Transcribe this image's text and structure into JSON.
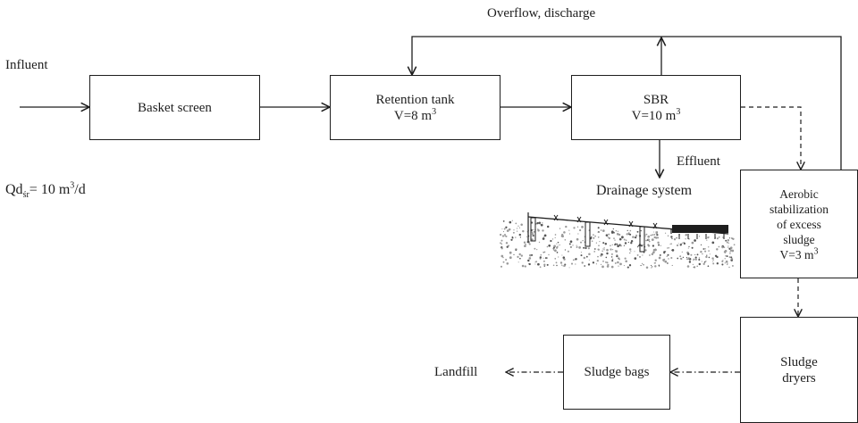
{
  "inputs": {
    "influent": "Influent",
    "flow_prefix": "Qd",
    "flow_sub": "śr",
    "flow_value": "= 10 m",
    "flow_sup": "3",
    "flow_suffix": "/d"
  },
  "top_label": "Overflow, discharge",
  "boxes": {
    "basket_screen": {
      "label": "Basket screen"
    },
    "retention_tank": {
      "label": "Retention tank",
      "volume": "V=8  m",
      "volume_sup": "3"
    },
    "sbr": {
      "label": "SBR",
      "volume": "V=10  m",
      "volume_sup": "3"
    },
    "aerobic": {
      "lines": [
        "Aerobic",
        "stabilization",
        "of excess",
        "sludge"
      ],
      "volume": "V=3  m",
      "volume_sup": "3"
    },
    "sludge_dryers": {
      "lines": [
        "Sludge",
        "dryers"
      ]
    },
    "sludge_bags": {
      "label": "Sludge bags"
    }
  },
  "effluent": "Effluent",
  "drainage": "Drainage system",
  "landfill": "Landfill",
  "colors": {
    "line": "#1e1e1e",
    "background": "#ffffff",
    "gravel": "#8a8a8a"
  }
}
